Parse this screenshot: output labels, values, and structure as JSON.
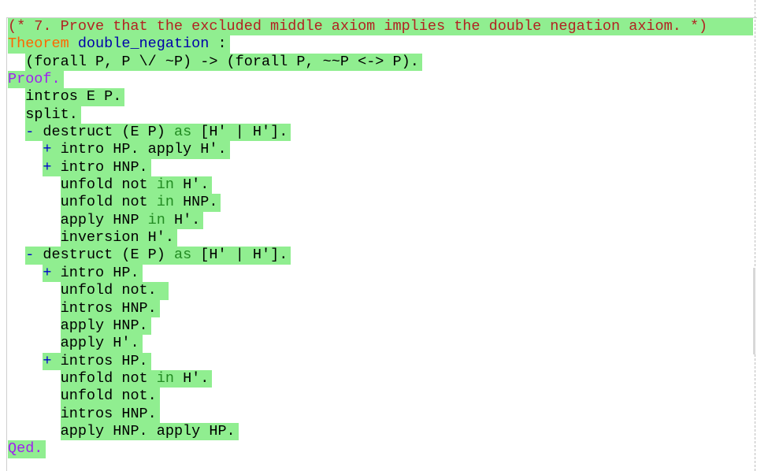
{
  "lines": [
    {
      "indent": "",
      "full": true,
      "segs": [
        [
          "comment",
          "(* 7. Prove that the excluded middle axiom implies the double negation axiom. *)"
        ]
      ]
    },
    {
      "indent": "",
      "segs": [
        [
          "kw-vernac",
          "Theorem"
        ],
        [
          "plain",
          " "
        ],
        [
          "ident",
          "double_negation"
        ],
        [
          "plain",
          " :"
        ]
      ]
    },
    {
      "indent": "  ",
      "segs": [
        [
          "plain",
          "(forall P, P \\/ ~P) -> (forall P, ~~P <-> P)."
        ]
      ]
    },
    {
      "indent": "",
      "segs": [
        [
          "kw-proof",
          "Proof."
        ]
      ]
    },
    {
      "indent": "  ",
      "segs": [
        [
          "plain",
          "intros E P."
        ]
      ]
    },
    {
      "indent": "  ",
      "segs": [
        [
          "plain",
          "split."
        ]
      ]
    },
    {
      "indent": "  ",
      "segs": [
        [
          "bullet",
          "-"
        ],
        [
          "plain",
          " destruct (E P) "
        ],
        [
          "kw-green",
          "as"
        ],
        [
          "plain",
          " [H' | H']."
        ]
      ]
    },
    {
      "indent": "    ",
      "segs": [
        [
          "bullet",
          "+"
        ],
        [
          "plain",
          " intro HP. apply H'."
        ]
      ]
    },
    {
      "indent": "    ",
      "segs": [
        [
          "bullet",
          "+"
        ],
        [
          "plain",
          " intro HNP."
        ]
      ]
    },
    {
      "indent": "      ",
      "segs": [
        [
          "plain",
          "unfold not "
        ],
        [
          "kw-green",
          "in"
        ],
        [
          "plain",
          " H'."
        ]
      ]
    },
    {
      "indent": "      ",
      "segs": [
        [
          "plain",
          "unfold not "
        ],
        [
          "kw-green",
          "in"
        ],
        [
          "plain",
          " HNP."
        ]
      ]
    },
    {
      "indent": "      ",
      "segs": [
        [
          "plain",
          "apply HNP "
        ],
        [
          "kw-green",
          "in"
        ],
        [
          "plain",
          " H'."
        ]
      ]
    },
    {
      "indent": "      ",
      "segs": [
        [
          "plain",
          "inversion H'."
        ]
      ]
    },
    {
      "indent": "  ",
      "segs": [
        [
          "bullet",
          "-"
        ],
        [
          "plain",
          " destruct (E P) "
        ],
        [
          "kw-green",
          "as"
        ],
        [
          "plain",
          " [H' | H']."
        ]
      ]
    },
    {
      "indent": "    ",
      "segs": [
        [
          "bullet",
          "+"
        ],
        [
          "plain",
          " intro HP."
        ]
      ]
    },
    {
      "indent": "      ",
      "segs": [
        [
          "plain",
          "unfold not. "
        ]
      ]
    },
    {
      "indent": "      ",
      "segs": [
        [
          "plain",
          "intros HNP."
        ]
      ]
    },
    {
      "indent": "      ",
      "segs": [
        [
          "plain",
          "apply HNP."
        ]
      ]
    },
    {
      "indent": "      ",
      "segs": [
        [
          "plain",
          "apply H'."
        ]
      ]
    },
    {
      "indent": "    ",
      "segs": [
        [
          "bullet",
          "+"
        ],
        [
          "plain",
          " intros HP."
        ]
      ]
    },
    {
      "indent": "      ",
      "segs": [
        [
          "plain",
          "unfold not "
        ],
        [
          "kw-green",
          "in"
        ],
        [
          "plain",
          " H'."
        ]
      ]
    },
    {
      "indent": "      ",
      "segs": [
        [
          "plain",
          "unfold not."
        ]
      ]
    },
    {
      "indent": "      ",
      "segs": [
        [
          "plain",
          "intros HNP."
        ]
      ]
    },
    {
      "indent": "      ",
      "segs": [
        [
          "plain",
          "apply HNP. apply HP."
        ]
      ]
    },
    {
      "indent": "",
      "segs": [
        [
          "kw-proof",
          "Qed."
        ]
      ]
    }
  ],
  "colors": {
    "processed_highlight": "#90ee90",
    "keyword_vernacular": "#ff6600",
    "keyword_proof": "#a020f0",
    "comment": "#b22222",
    "identifier": "#0000aa"
  }
}
